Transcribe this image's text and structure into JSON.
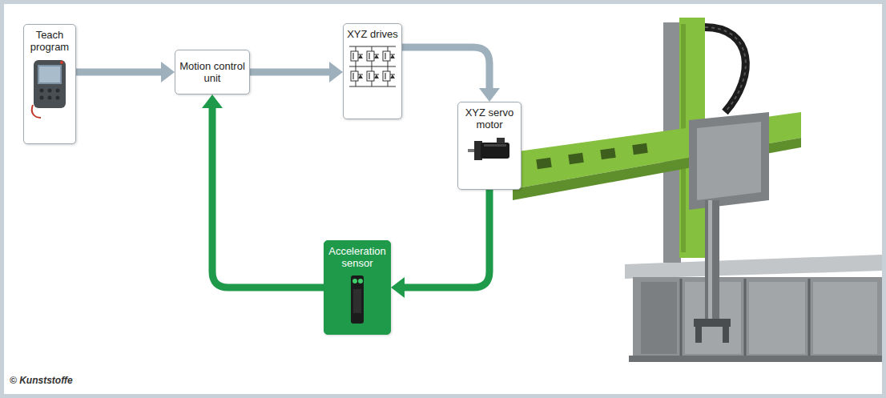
{
  "diagram": {
    "nodes": [
      {
        "text": [
          "Teach program"
        ]
      },
      {
        "text": [
          "Motion control unit"
        ]
      },
      {
        "text": [
          "XYZ drives"
        ]
      },
      {
        "text": [
          "XYZ servo motor"
        ]
      },
      {
        "text": [
          "Acceleration sensor"
        ]
      }
    ],
    "edges": [
      {
        "from": 0,
        "to": 1,
        "arrow": "to"
      },
      {
        "from": 1,
        "to": 2,
        "arrow": "to"
      },
      {
        "from": 2,
        "to": 3,
        "arrow": "to"
      },
      {
        "from": 3,
        "to": 4,
        "arrow": "to"
      },
      {
        "from": 4,
        "to": 1,
        "arrow": "to"
      }
    ],
    "labels": [
      "© Kunststoffe"
    ]
  }
}
